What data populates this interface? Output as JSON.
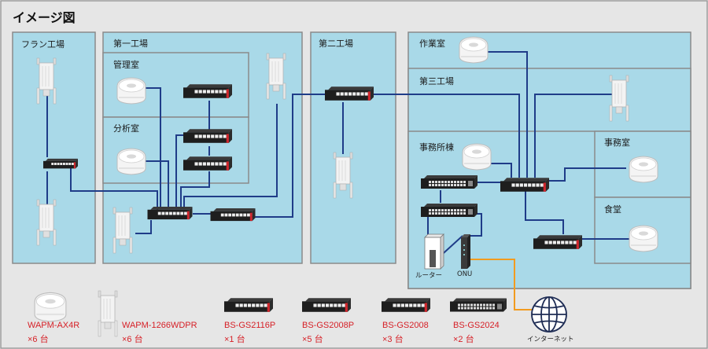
{
  "title": "イメージ図",
  "areas": {
    "furan_kojo": "フラン工場",
    "daiichi_kojo": "第一工場",
    "kanrishitsu": "管理室",
    "bunsekishitsu": "分析室",
    "daini_kojo": "第二工場",
    "sagyoshitsu": "作業室",
    "daisan_kojo": "第三工場",
    "jimusho_to": "事務所棟",
    "jimushitsu": "事務室",
    "shokudo": "食堂"
  },
  "devices": {
    "router": "ルーター",
    "onu": "ONU",
    "internet": "インターネット"
  },
  "legend": [
    {
      "name": "WAPM-AX4R",
      "qty": "×6 台",
      "icon": "ceiling-ap-icon"
    },
    {
      "name": "WAPM-1266WDPR",
      "qty": "×6 台",
      "icon": "outdoor-ap-icon"
    },
    {
      "name": "BS-GS2116P",
      "qty": "×1 台",
      "icon": "switch-icon"
    },
    {
      "name": "BS-GS2008P",
      "qty": "×5 台",
      "icon": "switch-icon"
    },
    {
      "name": "BS-GS2008",
      "qty": "×3 台",
      "icon": "switch-icon"
    },
    {
      "name": "BS-GS2024",
      "qty": "×2 台",
      "icon": "switch-icon"
    }
  ],
  "colors": {
    "background": "#e6e6e6",
    "zone_fill": "#a9d9e8",
    "zone_border": "#888888",
    "link": "#1f3c88",
    "wan_link": "#f29b1f",
    "legend_text": "#d61f26"
  }
}
